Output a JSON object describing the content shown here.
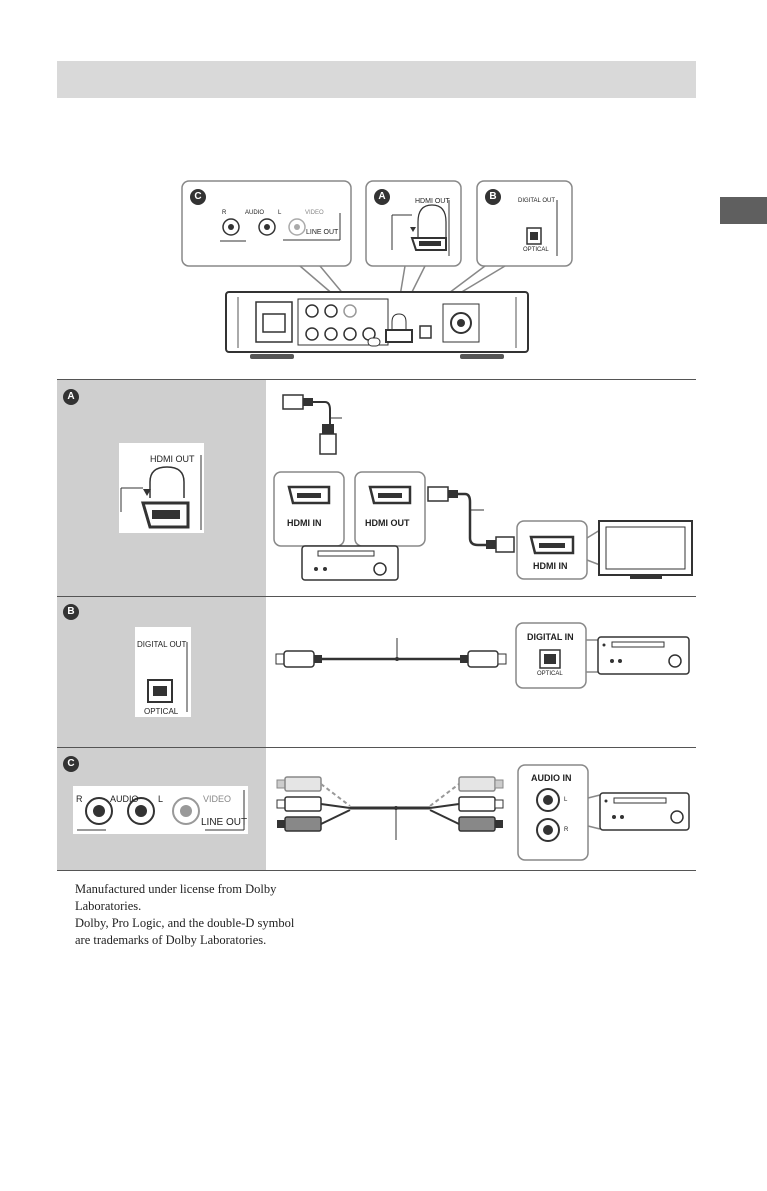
{
  "badges": {
    "a": "A",
    "b": "B",
    "c": "C"
  },
  "callouts": {
    "c": {
      "r": "R",
      "audio": "AUDIO",
      "l": "L",
      "video": "VIDEO",
      "line_out": "LINE OUT"
    },
    "a": {
      "hdmi_out": "HDMI OUT"
    },
    "b": {
      "digital_out": "DIGITAL OUT",
      "optical": "OPTICAL"
    }
  },
  "rows": {
    "a": {
      "port_label": "HDMI OUT",
      "hdmi_in": "HDMI IN",
      "hdmi_out": "HDMI OUT",
      "tv_hdmi_in": "HDMI IN"
    },
    "b": {
      "port_top": "DIGITAL OUT",
      "port_bottom": "OPTICAL",
      "digital_in": "DIGITAL IN",
      "optical": "OPTICAL"
    },
    "c": {
      "r": "R",
      "audio": "AUDIO",
      "l": "L",
      "video": "VIDEO",
      "line_out": "LINE OUT",
      "audio_in": "AUDIO IN",
      "in_l": "L",
      "in_r": "R"
    }
  },
  "footnote": {
    "line1": "Manufactured under license from Dolby",
    "line2": "Laboratories.",
    "line3": "Dolby, Pro Logic, and the double-D symbol",
    "line4": "are trademarks of Dolby Laboratories."
  }
}
